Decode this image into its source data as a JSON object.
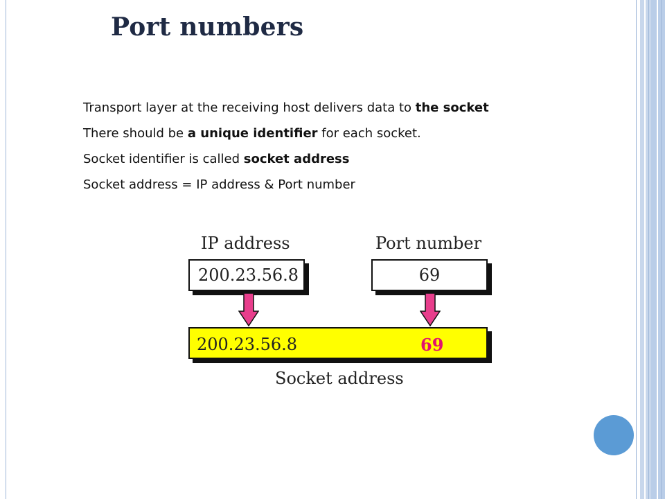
{
  "slide": {
    "title": "Port numbers",
    "bullets": [
      {
        "parts": [
          {
            "t": "Transport layer at the receiving host delivers data to "
          },
          {
            "t": "the socket",
            "b": true
          }
        ]
      },
      {
        "parts": [
          {
            "t": "There should be "
          },
          {
            "t": "a unique identifier",
            "b": true
          },
          {
            "t": " for each socket."
          }
        ]
      },
      {
        "parts": [
          {
            "t": "Socket identifier is called "
          },
          {
            "t": "socket address",
            "b": true
          }
        ]
      },
      {
        "parts": [
          {
            "t": "Socket address = IP address & Port number"
          }
        ]
      }
    ]
  },
  "diagram": {
    "ip_label": "IP address",
    "port_label": "Port number",
    "ip_value": "200.23.56.8",
    "port_value": "69",
    "socket_ip": "200.23.56.8",
    "socket_port": "69",
    "socket_label": "Socket address"
  },
  "colors": {
    "socket_fill": "#ffff00",
    "arrow_fill": "#e83e8c",
    "port_highlight": "#e2136e",
    "accent_circle": "#5b9bd5"
  }
}
